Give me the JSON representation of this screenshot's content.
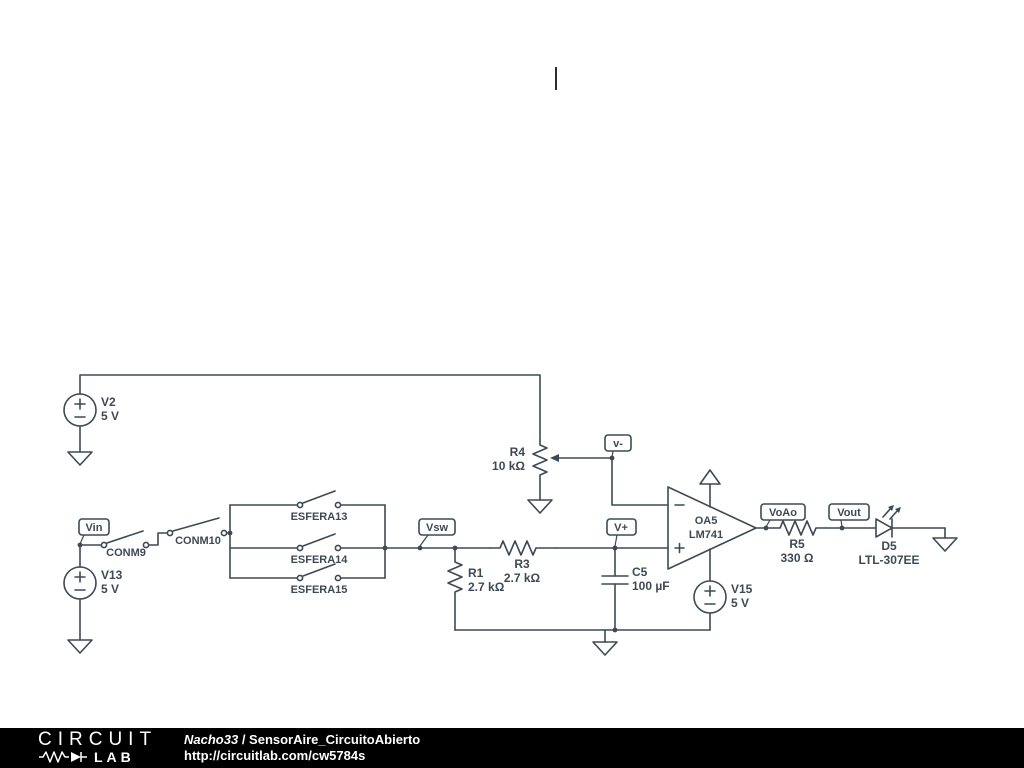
{
  "canvas": {
    "cursor": ""
  },
  "schematic": {
    "nets": {
      "vin": "Vin",
      "vsw": "Vsw",
      "vplus": "V+",
      "vminus": "v-",
      "voao": "VoAo",
      "vout": "Vout"
    },
    "components": {
      "V2": {
        "ref": "V2",
        "value": "5 V"
      },
      "V13": {
        "ref": "V13",
        "value": "5 V"
      },
      "V15": {
        "ref": "V15",
        "value": "5 V"
      },
      "R1": {
        "ref": "R1",
        "value": "2.7 kΩ"
      },
      "R3": {
        "ref": "R3",
        "value": "2.7 kΩ"
      },
      "R4": {
        "ref": "R4",
        "value": "10 kΩ"
      },
      "R5": {
        "ref": "R5",
        "value": "330 Ω"
      },
      "C5": {
        "ref": "C5",
        "value": "100 µF"
      },
      "OA5": {
        "ref": "OA5",
        "value": "LM741"
      },
      "D5": {
        "ref": "D5",
        "value": "LTL-307EE"
      },
      "CONM9": {
        "ref": "CONM9"
      },
      "CONM10": {
        "ref": "CONM10"
      },
      "ESFERA13": {
        "ref": "ESFERA13"
      },
      "ESFERA14": {
        "ref": "ESFERA14"
      },
      "ESFERA15": {
        "ref": "ESFERA15"
      }
    }
  },
  "footer": {
    "logo_line1": "CIRCUIT",
    "logo_line2": "LAB",
    "author": "Nacho33",
    "separator": " / ",
    "project": "SensorAire_CircuitoAbierto",
    "url": "http://circuitlab.com/cw5784s"
  }
}
